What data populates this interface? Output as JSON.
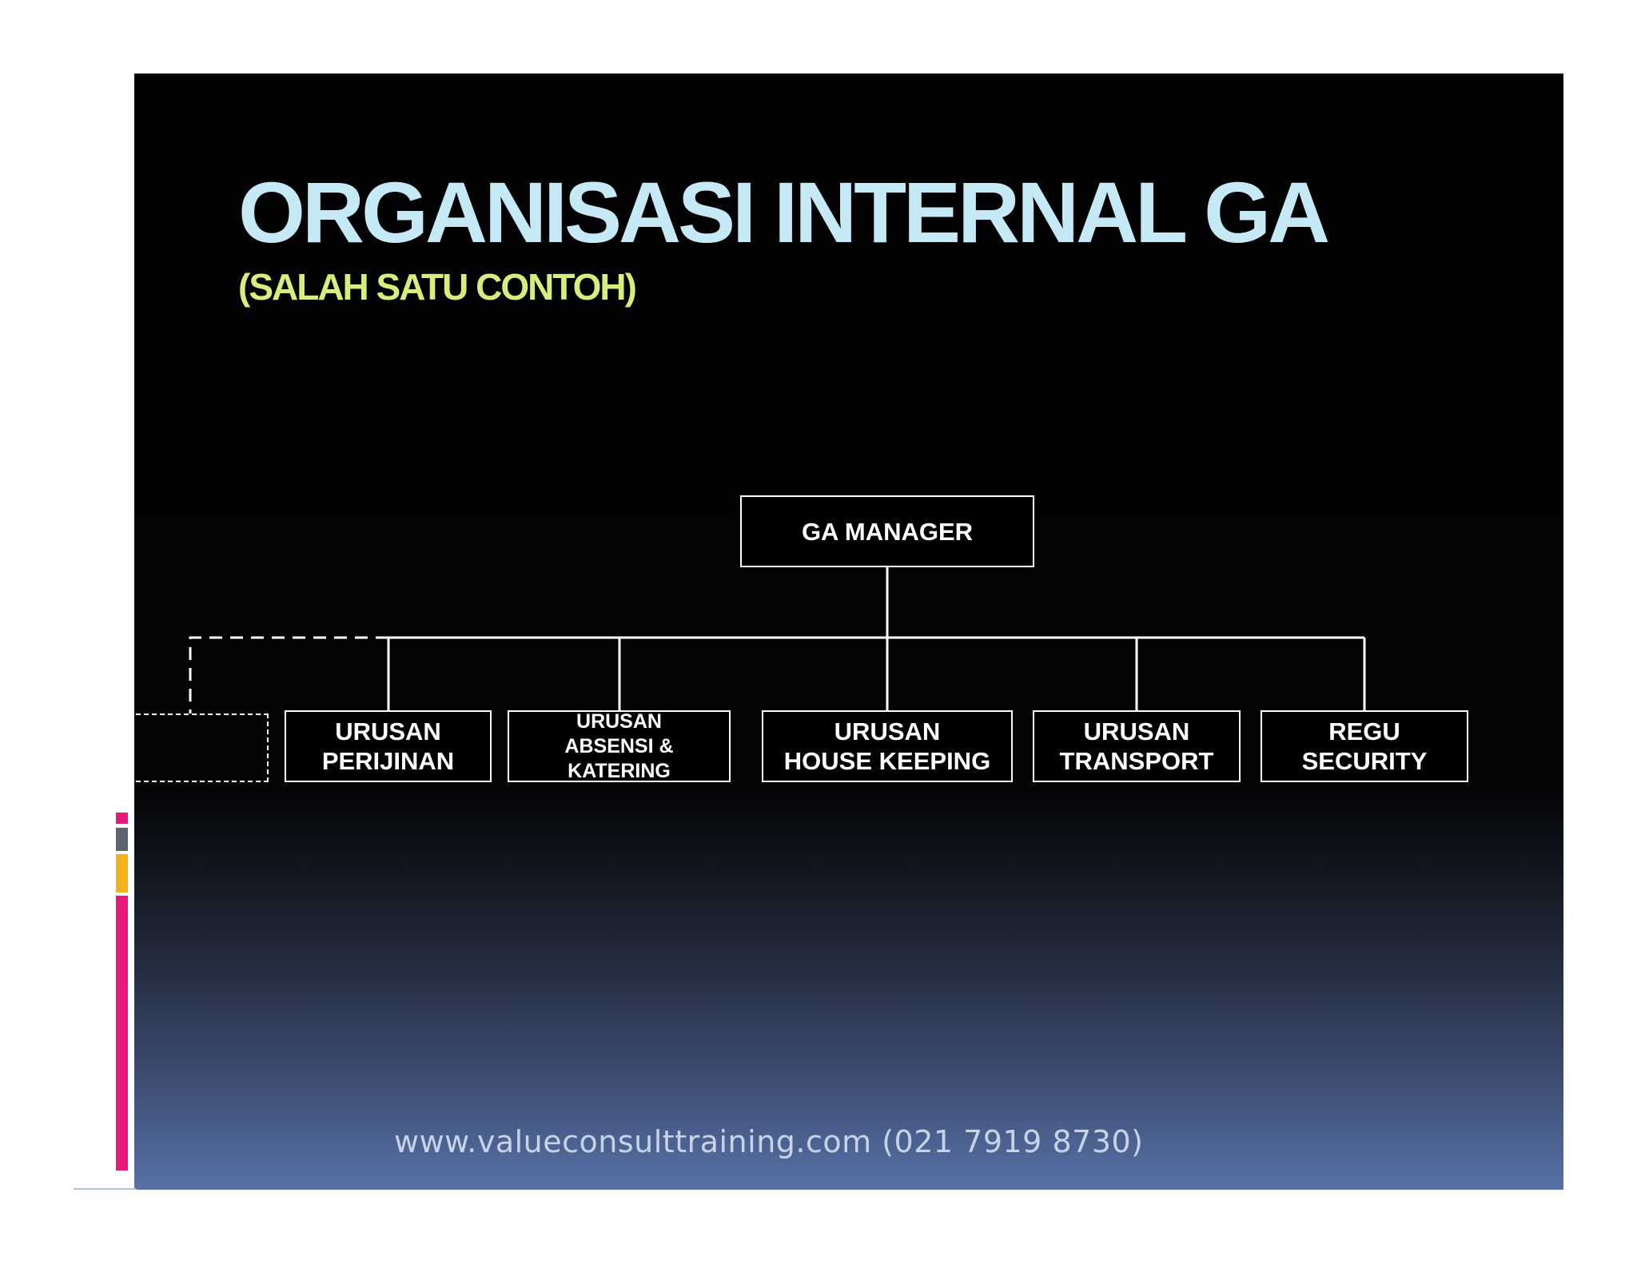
{
  "slide": {
    "title": "ORGANISASI INTERNAL GA",
    "subtitle": "(SALAH SATU CONTOH)",
    "footer": "www.valueconsulttraining.com (021 7919 8730)"
  },
  "org_chart": {
    "root": "GA MANAGER",
    "children": [
      "URUSAN\nPERIJINAN",
      "URUSAN\nABSENSI &\nKATERING",
      "URUSAN\nHOUSE KEEPING",
      "URUSAN\nTRANSPORT",
      "REGU\nSECURITY"
    ],
    "placeholder_box": "dashed, empty"
  },
  "colors": {
    "title": "#c5eaf6",
    "subtitle": "#d7ed7e",
    "accent_pink": "#e8197a",
    "accent_gray": "#5d6470",
    "accent_orange": "#f6b21b",
    "box_border": "#ffffff"
  }
}
